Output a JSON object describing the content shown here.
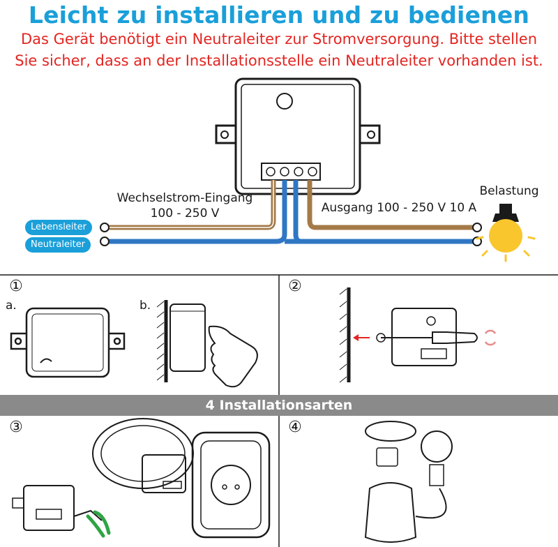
{
  "header": {
    "title": "Leicht zu installieren und zu bedienen",
    "subtitle_line1": "Das Gerät benötigt ein Neutraleiter zur Stromversorgung. Bitte stellen",
    "subtitle_line2": "Sie sicher, dass an der Installationsstelle ein Neutraleiter vorhanden ist."
  },
  "wiring": {
    "input_label": "Wechselstrom-Eingang",
    "input_range": "100 - 250 V",
    "output_label": "Ausgang 100 - 250 V 10 A",
    "load_label": "Belastung",
    "live_label": "Lebensleiter",
    "neutral_label": "Neutraleiter"
  },
  "steps": {
    "step1": "①",
    "step2": "②",
    "step3": "③",
    "step4": "④",
    "sub_a": "a.",
    "sub_b": "b."
  },
  "banner": "4 Installationsarten",
  "colors": {
    "accent": "#1a9fd9",
    "warning": "#e32521",
    "live_wire": "#a47a48",
    "neutral_wire": "#2f77c4",
    "bulb": "#f9c62d",
    "banner": "#8a8a8a"
  }
}
